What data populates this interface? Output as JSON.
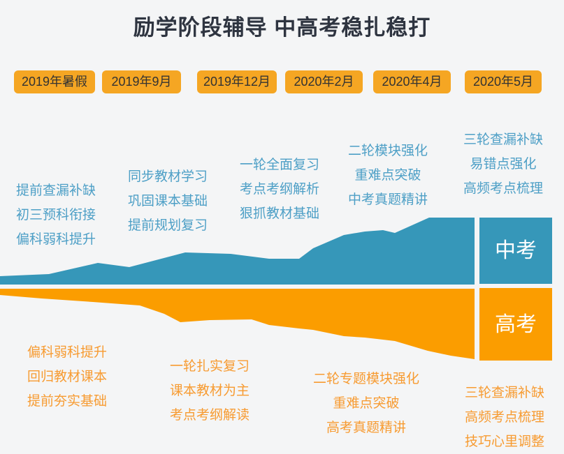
{
  "title": "励学阶段辅导 中高考稳扎稳打",
  "timeline": {
    "buttons": [
      {
        "label": "2019年暑假"
      },
      {
        "label": "2019年9月"
      },
      {
        "label": "2019年12月"
      },
      {
        "label": "2020年2月"
      },
      {
        "label": "2020年4月"
      },
      {
        "label": "2020年5月"
      }
    ]
  },
  "zhongkao": {
    "label": "中考",
    "phases": [
      {
        "lines": [
          "提前查漏补缺",
          "初三预科衔接",
          "偏科弱科提升"
        ]
      },
      {
        "lines": [
          "同步教材学习",
          "巩固课本基础",
          "提前规划复习"
        ]
      },
      {
        "lines": [
          "一轮全面复习",
          "考点考纲解析",
          "狠抓教材基础"
        ]
      },
      {
        "lines": [
          "二轮模块强化",
          "重难点突破",
          "中考真题精讲"
        ]
      },
      {
        "lines": [
          "三轮查漏补缺",
          "易错点强化",
          "高频考点梳理"
        ]
      }
    ]
  },
  "gaokao": {
    "label": "高考",
    "phases": [
      {
        "lines": [
          "偏科弱科提升",
          "回归教材课本",
          "提前夯实基础"
        ]
      },
      {
        "lines": [
          "一轮扎实复习",
          "课本教材为主",
          "考点考纲解读"
        ]
      },
      {
        "lines": [
          "二轮专题模块强化",
          "重难点突破",
          "高考真题精讲"
        ]
      },
      {
        "lines": [
          "三轮查漏补缺",
          "高频考点梳理",
          "技巧心里调整"
        ]
      }
    ]
  },
  "colors": {
    "background": "#f4f5f6",
    "title_color": "#2e3440",
    "button_bg": "#f5a623",
    "button_text": "#333333",
    "zhongkao_fill": "#3697b9",
    "gaokao_fill": "#fb9d00",
    "zhongkao_text": "#4d9fc6",
    "gaokao_text": "#f79b31",
    "label_text": "#ffffff"
  }
}
